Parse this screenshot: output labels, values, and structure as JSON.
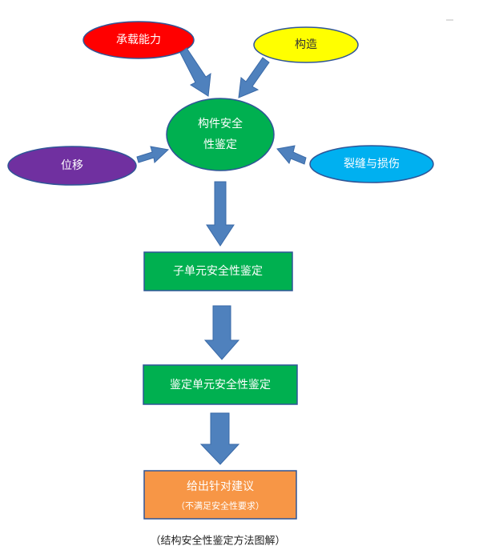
{
  "diagram": {
    "inputs": {
      "load_capacity": {
        "label": "承载能力",
        "fill": "#ff0000"
      },
      "construction": {
        "label": "构造",
        "fill": "#ffff00"
      },
      "displacement": {
        "label": "位移",
        "fill": "#7030a0"
      },
      "cracks_damage": {
        "label": "裂缝与损伤",
        "fill": "#00b0f0"
      }
    },
    "center": {
      "line1": "构件安全",
      "line2": "性鉴定",
      "fill": "#00b050"
    },
    "steps": [
      {
        "label": "子单元安全性鉴定",
        "fill": "#00b050"
      },
      {
        "label": "鉴定单元安全性鉴定",
        "fill": "#00b050"
      }
    ],
    "final": {
      "label": "给出针对建议",
      "sublabel": "（不满足安全性要求）",
      "fill": "#f79646"
    },
    "caption": "（结构安全性鉴定方法图解）",
    "arrow_color": "#4f81bd"
  }
}
